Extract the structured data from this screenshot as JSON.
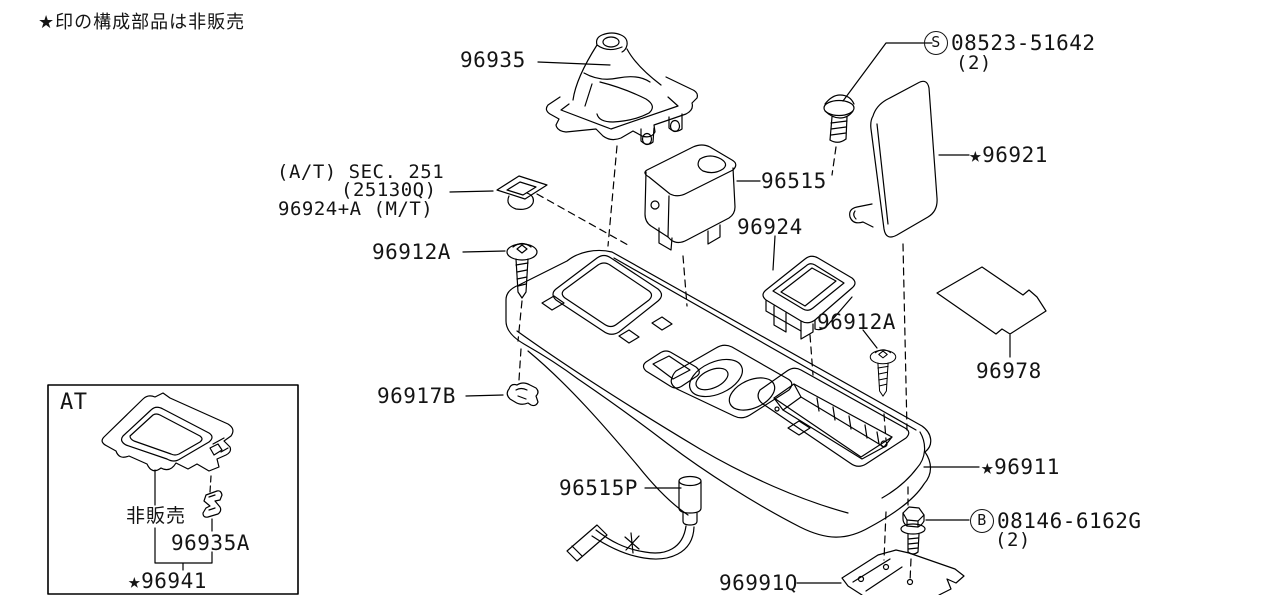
{
  "note": "★印の構成部品は非販売",
  "labels": {
    "boot": "96935",
    "screw_s_sym": "S",
    "screw_s_num": "08523-51642",
    "screw_s_qty": "(2)",
    "lid": "★96921",
    "at_ref1": "(A/T) SEC. 251",
    "at_ref2": "(25130Q)",
    "at_ref3": "96924+A (M/T)",
    "ashtray": "96515",
    "pocket": "96924",
    "screw_front": "96912A",
    "screw_rear": "96912A",
    "mat": "96978",
    "clip": "96917B",
    "harness": "96515P",
    "console": "★96911",
    "bolt_b_sym": "B",
    "bolt_b_num": "08146-6162G",
    "bolt_b_qty": "(2)",
    "bracket": "96991Q"
  },
  "inset": {
    "title": "AT",
    "not_sold": "非販売",
    "clip": "96935A",
    "finisher": "★96941"
  }
}
